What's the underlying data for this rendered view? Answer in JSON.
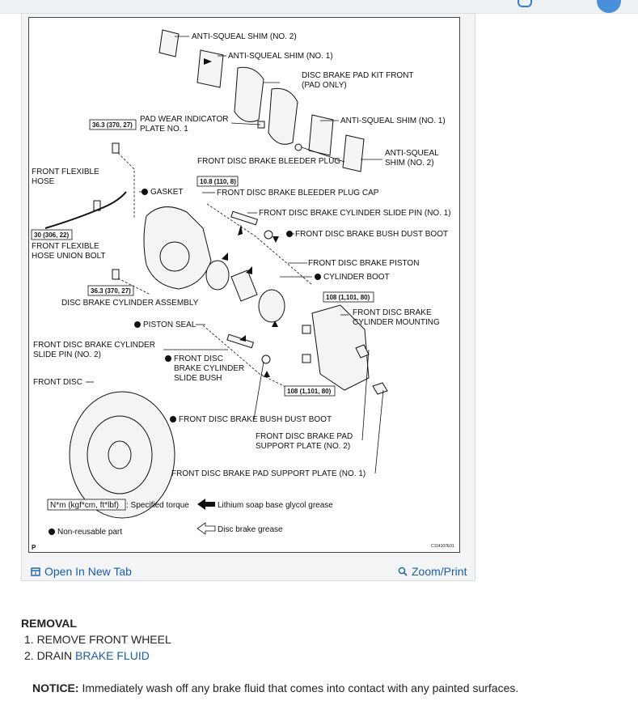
{
  "figure": {
    "labels": {
      "shim2_top": "ANTI-SQUEAL SHIM (NO. 2)",
      "shim1_top": "ANTI-SQUEAL SHIM (NO. 1)",
      "pad_kit_1": "DISC BRAKE PAD KIT FRONT",
      "pad_kit_2": "(PAD ONLY)",
      "pad_wear_1": "PAD WEAR INDICATOR",
      "pad_wear_2": "PLATE NO. 1",
      "shim1_right": "ANTI-SQUEAL SHIM (NO. 1)",
      "shim2_right_1": "ANTI-SQUEAL",
      "shim2_right_2": "SHIM (NO. 2)",
      "bleeder_plug": "FRONT DISC BRAKE BLEEDER PLUG",
      "flex_hose_1": "FRONT FLEXIBLE",
      "flex_hose_2": "HOSE",
      "gasket": "GASKET",
      "bleeder_cap": "FRONT DISC BRAKE BLEEDER PLUG CAP",
      "slide_pin_1": "FRONT DISC BRAKE CYLINDER SLIDE PIN (NO. 1)",
      "bush_dust_boot_top": "FRONT DISC BRAKE BUSH DUST BOOT",
      "union_bolt_1": "FRONT FLEXIBLE",
      "union_bolt_2": "HOSE UNION BOLT",
      "piston": "FRONT DISC BRAKE PISTON",
      "cyl_boot": "CYLINDER BOOT",
      "cyl_assembly": "DISC BRAKE CYLINDER ASSEMBLY",
      "cyl_mounting_1": "FRONT DISC BRAKE",
      "cyl_mounting_2": "CYLINDER MOUNTING",
      "piston_seal": "PISTON SEAL",
      "slide_pin_2_1": "FRONT DISC BRAKE CYLINDER",
      "slide_pin_2_2": "SLIDE PIN (NO. 2)",
      "slide_bush_1": "FRONT DISC",
      "slide_bush_2": "BRAKE CYLINDER",
      "slide_bush_3": "SLIDE BUSH",
      "front_disc": "FRONT DISC",
      "bush_dust_boot_bottom": "FRONT DISC BRAKE BUSH DUST BOOT",
      "support_plate_2_1": "FRONT DISC BRAKE PAD",
      "support_plate_2_2": "SUPPORT PLATE (NO. 2)",
      "support_plate_1": "FRONT DISC BRAKE PAD SUPPORT PLATE (NO. 1)"
    },
    "torques": {
      "t1": "36.3 (370, 27)",
      "t2": "10.8 (110, 8)",
      "t3": "30 (306, 22)",
      "t4": "36.3 (370, 27)",
      "t5": "108 (1,101, 80)",
      "t6": "108 (1,101, 80)"
    },
    "legend": {
      "torque_box": "N*m (kgf*cm, ft*lbf)",
      "torque_text": ": Specified torque",
      "lithium": "Lithium soap base glycol grease",
      "non_reusable": "Non-reusable part",
      "disc_grease": "Disc brake grease"
    },
    "corner_p": "P",
    "code": "C114107E01"
  },
  "links": {
    "open_tab": "Open In New Tab",
    "zoom": "Zoom/Print"
  },
  "content": {
    "heading": "REMOVAL",
    "step1": "1. REMOVE FRONT WHEEL",
    "step2_prefix": "2. DRAIN ",
    "step2_link": "BRAKE FLUID",
    "notice_label": "NOTICE:",
    "notice_text": " Immediately wash off any brake fluid that comes into contact with any painted surfaces."
  },
  "colors": {
    "link": "#1a5ea8",
    "accent": "#4a8fd9"
  }
}
